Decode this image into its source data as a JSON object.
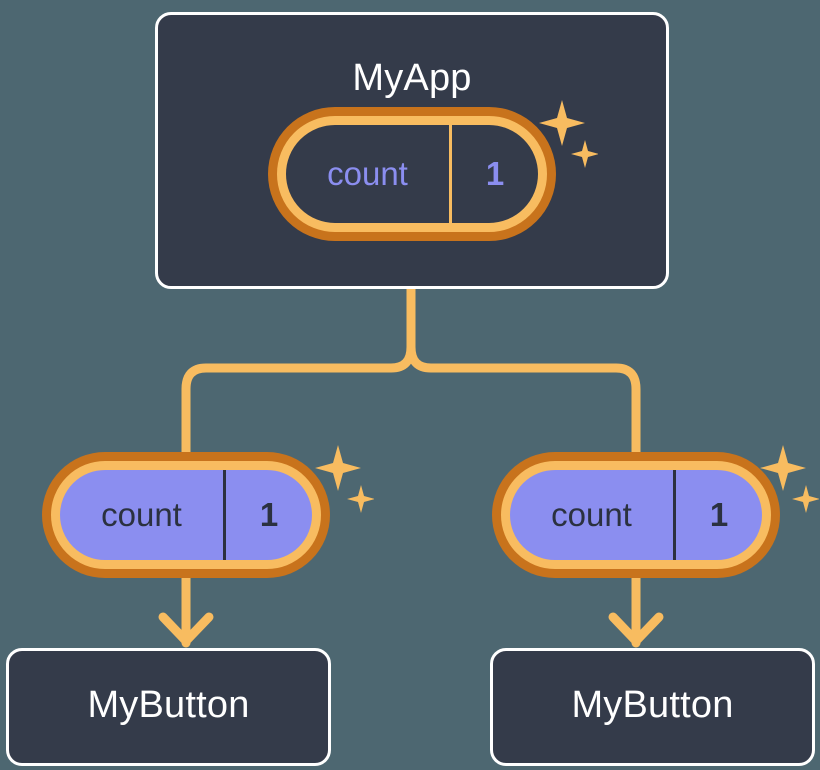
{
  "theme": {
    "page_background": "#4d6771",
    "box_background": "#343b4a",
    "box_border": "#ffffff",
    "ring_outer": "#c8731c",
    "ring_inner": "#f8bc60",
    "state_fill": "#8b8ef0",
    "state_text_on_dark": "#8b8ef0",
    "state_text_on_fill": "#2b3140",
    "connector": "#f8bc60"
  },
  "diagram": {
    "type": "component-state-tree",
    "root": {
      "title": "MyApp",
      "state": {
        "key": "count",
        "value": "1"
      }
    },
    "children": [
      {
        "state": {
          "key": "count",
          "value": "1"
        },
        "component": {
          "title": "MyButton"
        }
      },
      {
        "state": {
          "key": "count",
          "value": "1"
        },
        "component": {
          "title": "MyButton"
        }
      }
    ],
    "sparkles": [
      {
        "name": "sparkle-myapp"
      },
      {
        "name": "sparkle-left"
      },
      {
        "name": "sparkle-right"
      }
    ]
  }
}
